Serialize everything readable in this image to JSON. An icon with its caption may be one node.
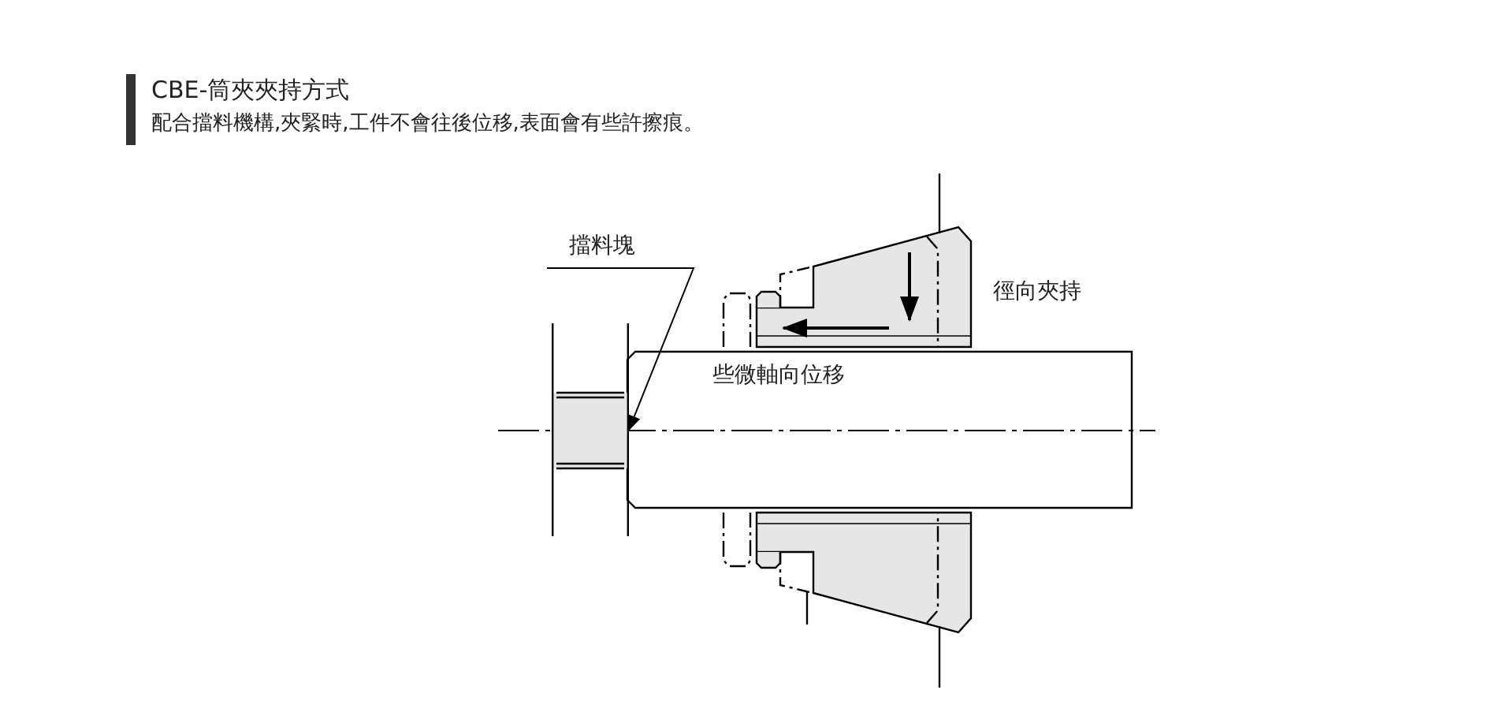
{
  "diagram": {
    "title": "CBE-筒夾夾持方式",
    "nodes": [
      {
        "text": [
          "擋料塊"
        ]
      },
      {
        "text": [],
        "shape": "box"
      }
    ],
    "edges": [
      {
        "from": 0,
        "to": 1,
        "arrow": "to"
      }
    ],
    "labels": [
      "配合擋料機構,夾緊時,工件不會往後位移,表面會有些許擦痕。",
      "徑向夾持",
      "些微軸向位移"
    ]
  }
}
